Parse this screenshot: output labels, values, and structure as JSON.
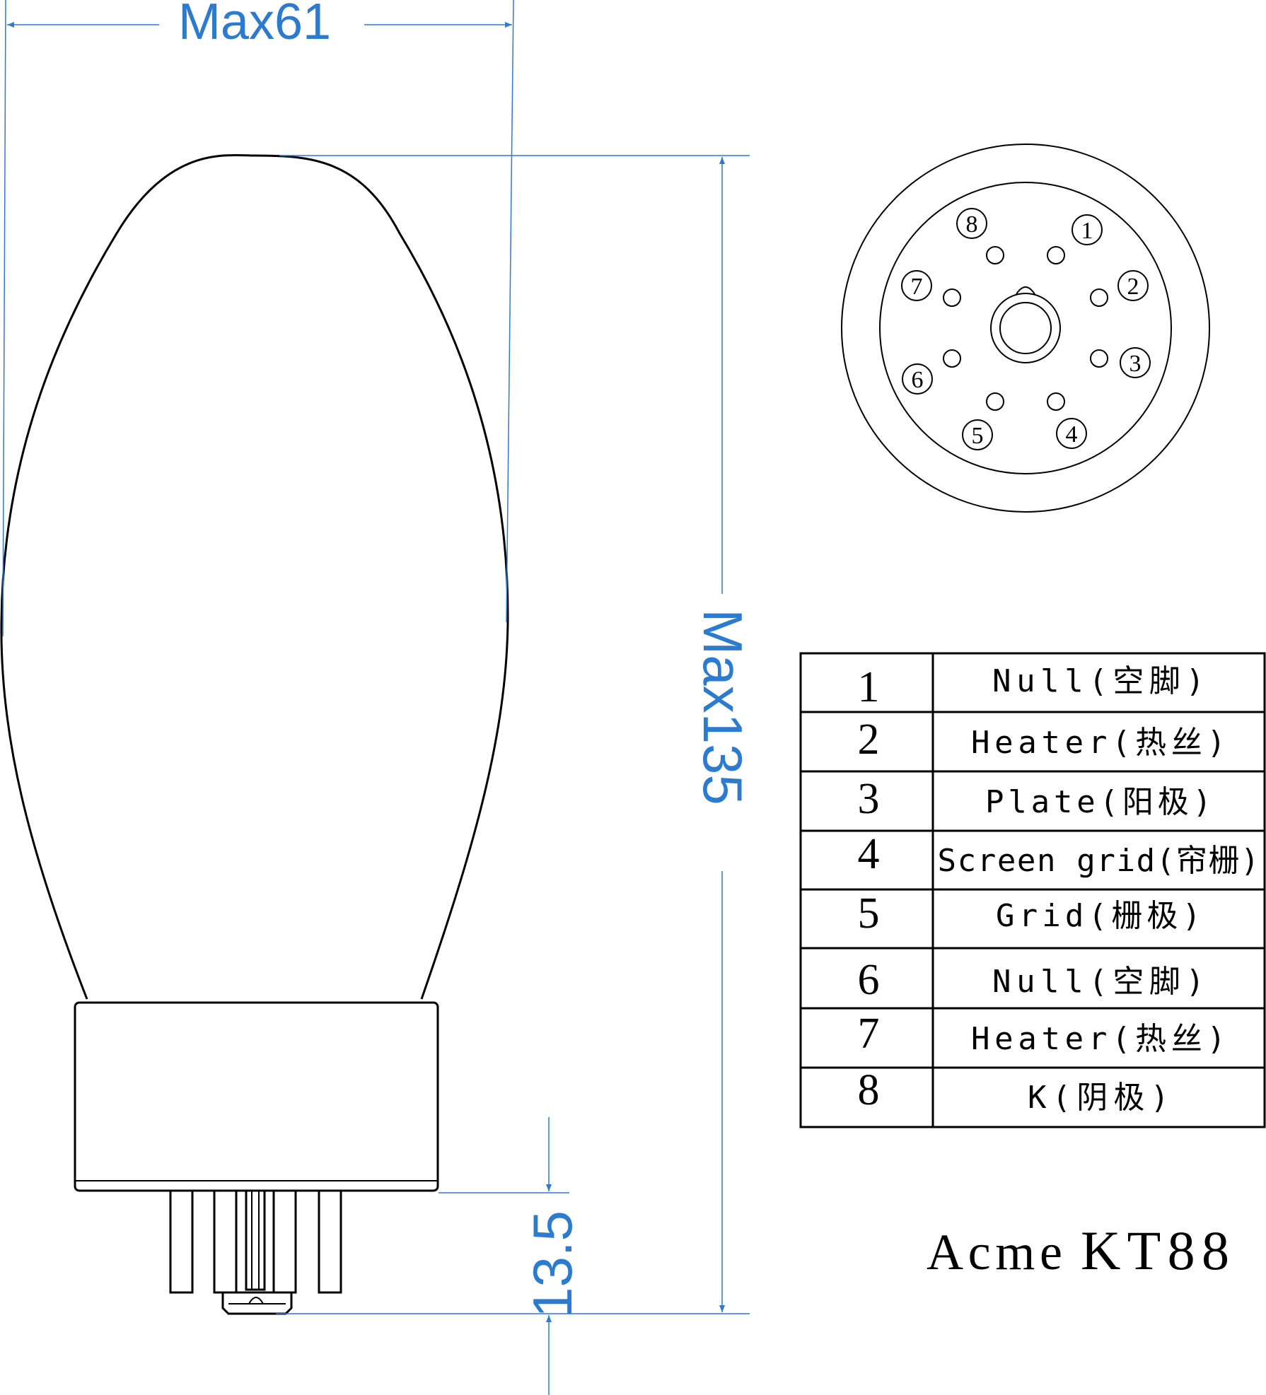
{
  "dimensions": {
    "width_label": "Max61",
    "height_label": "Max135",
    "base_label": "13.5"
  },
  "pin_diagram": {
    "pins": [
      "1",
      "2",
      "3",
      "4",
      "5",
      "6",
      "7",
      "8"
    ]
  },
  "pin_table": {
    "rows": [
      {
        "num": "1",
        "label": "Null(空脚)"
      },
      {
        "num": "2",
        "label": "Heater(热丝)"
      },
      {
        "num": "3",
        "label": "Plate(阳极)"
      },
      {
        "num": "4",
        "label": "Screen grid(帘栅)"
      },
      {
        "num": "5",
        "label": "Grid(栅极)"
      },
      {
        "num": "6",
        "label": "Null(空脚)"
      },
      {
        "num": "7",
        "label": "Heater(热丝)"
      },
      {
        "num": "8",
        "label": "K(阴极)"
      }
    ]
  },
  "branding": {
    "maker": "Acme",
    "model": "KT88"
  },
  "colors": {
    "dimension": "#2b7bd0",
    "outline": "#000000"
  }
}
